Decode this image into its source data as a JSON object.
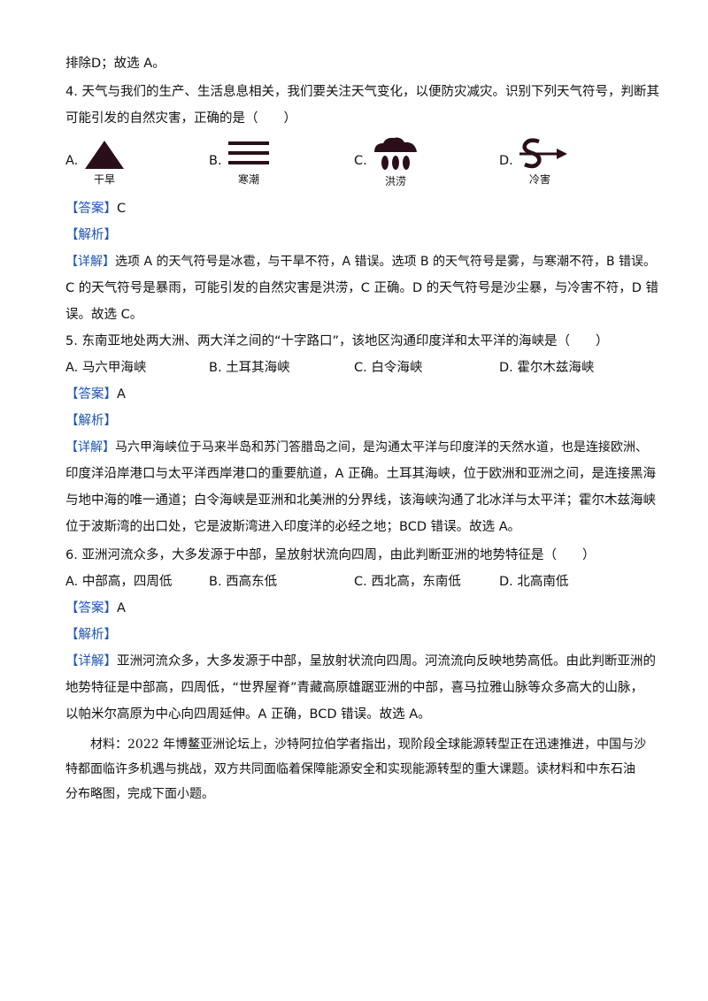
{
  "top_line": "排除D；故选 A。",
  "q4": {
    "stem_line1": "4. 天气与我们的生产、生活息息相关，我们要关注天气变化，以便防灾减灾。识别下列天气符号，判断其",
    "stem_line2": "可能引发的自然灾害，正确的是（　　）",
    "options": [
      {
        "letter": "A.",
        "caption": "干旱",
        "icon": "triangle-hail-icon"
      },
      {
        "letter": "B.",
        "caption": "寒潮",
        "icon": "fog-lines-icon"
      },
      {
        "letter": "C.",
        "caption": "洪涝",
        "icon": "rainstorm-cloud-icon"
      },
      {
        "letter": "D.",
        "caption": "冷害",
        "icon": "sandstorm-icon"
      }
    ],
    "answer_tag": "【答案】",
    "answer": "C",
    "analysis_tag": "【解析】",
    "detail_tag": "【详解】",
    "detail_lines": [
      "选项 A 的天气符号是冰雹，与干旱不符，A 错误。选项 B 的天气符号是雾，与寒潮不符，B 错误。",
      "C 的天气符号是暴雨，可能引发的自然灾害是洪涝，C 正确。D 的天气符号是沙尘暴，与冷害不符，D 错",
      "误。故选 C。"
    ]
  },
  "q5": {
    "stem": "5. 东南亚地处两大洲、两大洋之间的“十字路口”，该地区沟通印度洋和太平洋的海峡是（　　）",
    "options": [
      "A.  马六甲海峡",
      "B.  土耳其海峡",
      "C.  白令海峡",
      "D.  霍尔木兹海峡"
    ],
    "answer_tag": "【答案】",
    "answer": "A",
    "analysis_tag": "【解析】",
    "detail_tag": "【详解】",
    "detail_lines": [
      "马六甲海峡位于马来半岛和苏门答腊岛之间，是沟通太平洋与印度洋的天然水道，也是连接欧洲、",
      "印度洋沿岸港口与太平洋西岸港口的重要航道，A 正确。土耳其海峡，位于欧洲和亚洲之间，是连接黑海",
      "与地中海的唯一通道；白令海峡是亚洲和北美洲的分界线，该海峡沟通了北冰洋与太平洋；霍尔木兹海峡",
      "位于波斯湾的出口处，它是波斯湾进入印度洋的必经之地；BCD 错误。故选 A。"
    ]
  },
  "q6": {
    "stem": "6. 亚洲河流众多，大多发源于中部，呈放射状流向四周，由此判断亚洲的地势特征是（　　）",
    "options": [
      "A.  中部高，四周低",
      "B.  西高东低",
      "C.  西北高，东南低",
      "D.  北高南低"
    ],
    "answer_tag": "【答案】",
    "answer": "A",
    "analysis_tag": "【解析】",
    "detail_tag": "【详解】",
    "detail_lines": [
      "亚洲河流众多，大多发源于中部，呈放射状流向四周。河流流向反映地势高低。由此判断亚洲的",
      "地势特征是中部高，四周低，“世界屋脊”青藏高原雄踞亚洲的中部，喜马拉雅山脉等众多高大的山脉，",
      "以帕米尔高原为中心向四周延伸。A 正确，BCD 错误。故选 A。"
    ]
  },
  "material": {
    "lines": [
      "　　材料：2022 年博鳌亚洲论坛上，沙特阿拉伯学者指出，现阶段全球能源转型正在迅速推进，中国与沙",
      "特都面临许多机遇与挑战，双方共同面临着保障能源安全和实现能源转型的重大课题。读材料和中东石油",
      "分布略图，完成下面小题。"
    ]
  }
}
